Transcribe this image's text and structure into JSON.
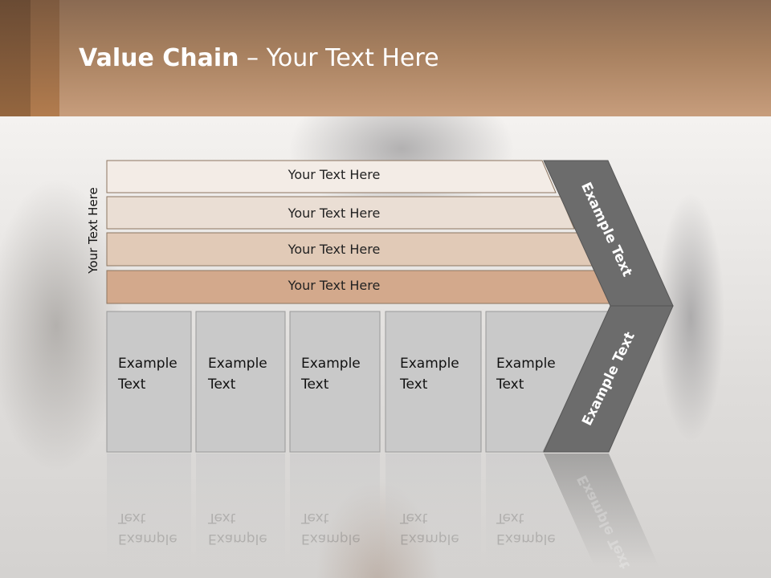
{
  "header": {
    "title_bold": "Value Chain",
    "title_rest": " – Your Text Here"
  },
  "side_label": "Your Text Here",
  "bands": [
    {
      "label": "Your Text Here",
      "color": "#f3ece6"
    },
    {
      "label": "Your Text Here",
      "color": "#eaded4"
    },
    {
      "label": "Your Text Here",
      "color": "#e1cab7"
    },
    {
      "label": "Your Text Here",
      "color": "#d3a98c"
    }
  ],
  "cells": [
    {
      "line1": "Example",
      "line2": "Text"
    },
    {
      "line1": "Example",
      "line2": "Text"
    },
    {
      "line1": "Example",
      "line2": "Text"
    },
    {
      "line1": "Example",
      "line2": "Text"
    },
    {
      "line1": "Example",
      "line2": "Text"
    }
  ],
  "chevron": {
    "upper_label": "Example Text",
    "lower_label": "Example Text",
    "color": "#6c6c6c"
  },
  "colors": {
    "cell_fill": "#c9c9c9",
    "band_stroke": "#8c7560"
  }
}
